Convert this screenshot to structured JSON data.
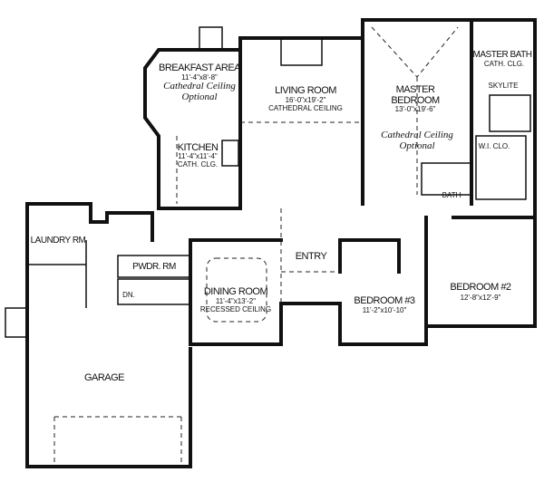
{
  "rooms": {
    "breakfast": {
      "name": "BREAKFAST AREA",
      "size": "11'-4\"x8'-8\"",
      "note1": "Cathedral Ceiling",
      "note2": "Optional"
    },
    "living": {
      "name": "LIVING ROOM",
      "size": "16'-0\"x19'-2\"",
      "note": "CATHEDRAL CEILING"
    },
    "master": {
      "name1": "MASTER",
      "name2": "BEDROOM",
      "size": "13'-0\"x19'-6\"",
      "note1": "Cathedral Ceiling",
      "note2": "Optional"
    },
    "master_bath": {
      "name": "MASTER BATH",
      "note": "CATH. CLG.",
      "skylite": "SKYLITE"
    },
    "wic": {
      "name": "W.I. CLO."
    },
    "bath": {
      "name": "BATH"
    },
    "kitchen": {
      "name": "KITCHEN",
      "size": "11'-4\"x11'-4\"",
      "note": "CATH. CLG."
    },
    "laundry": {
      "name": "LAUNDRY RM"
    },
    "powder": {
      "name": "PWDR. RM"
    },
    "stairs": {
      "label": "DN."
    },
    "dining": {
      "name": "DINING ROOM",
      "size": "11'-4\"x13'-2\"",
      "note": "RECESSED CEILING"
    },
    "entry": {
      "name": "ENTRY"
    },
    "bedroom3": {
      "name": "BEDROOM #3",
      "size": "11'-2\"x10'-10\""
    },
    "bedroom2": {
      "name": "BEDROOM #2",
      "size": "12'-8\"x12'-9\""
    },
    "garage": {
      "name": "GARAGE"
    }
  }
}
